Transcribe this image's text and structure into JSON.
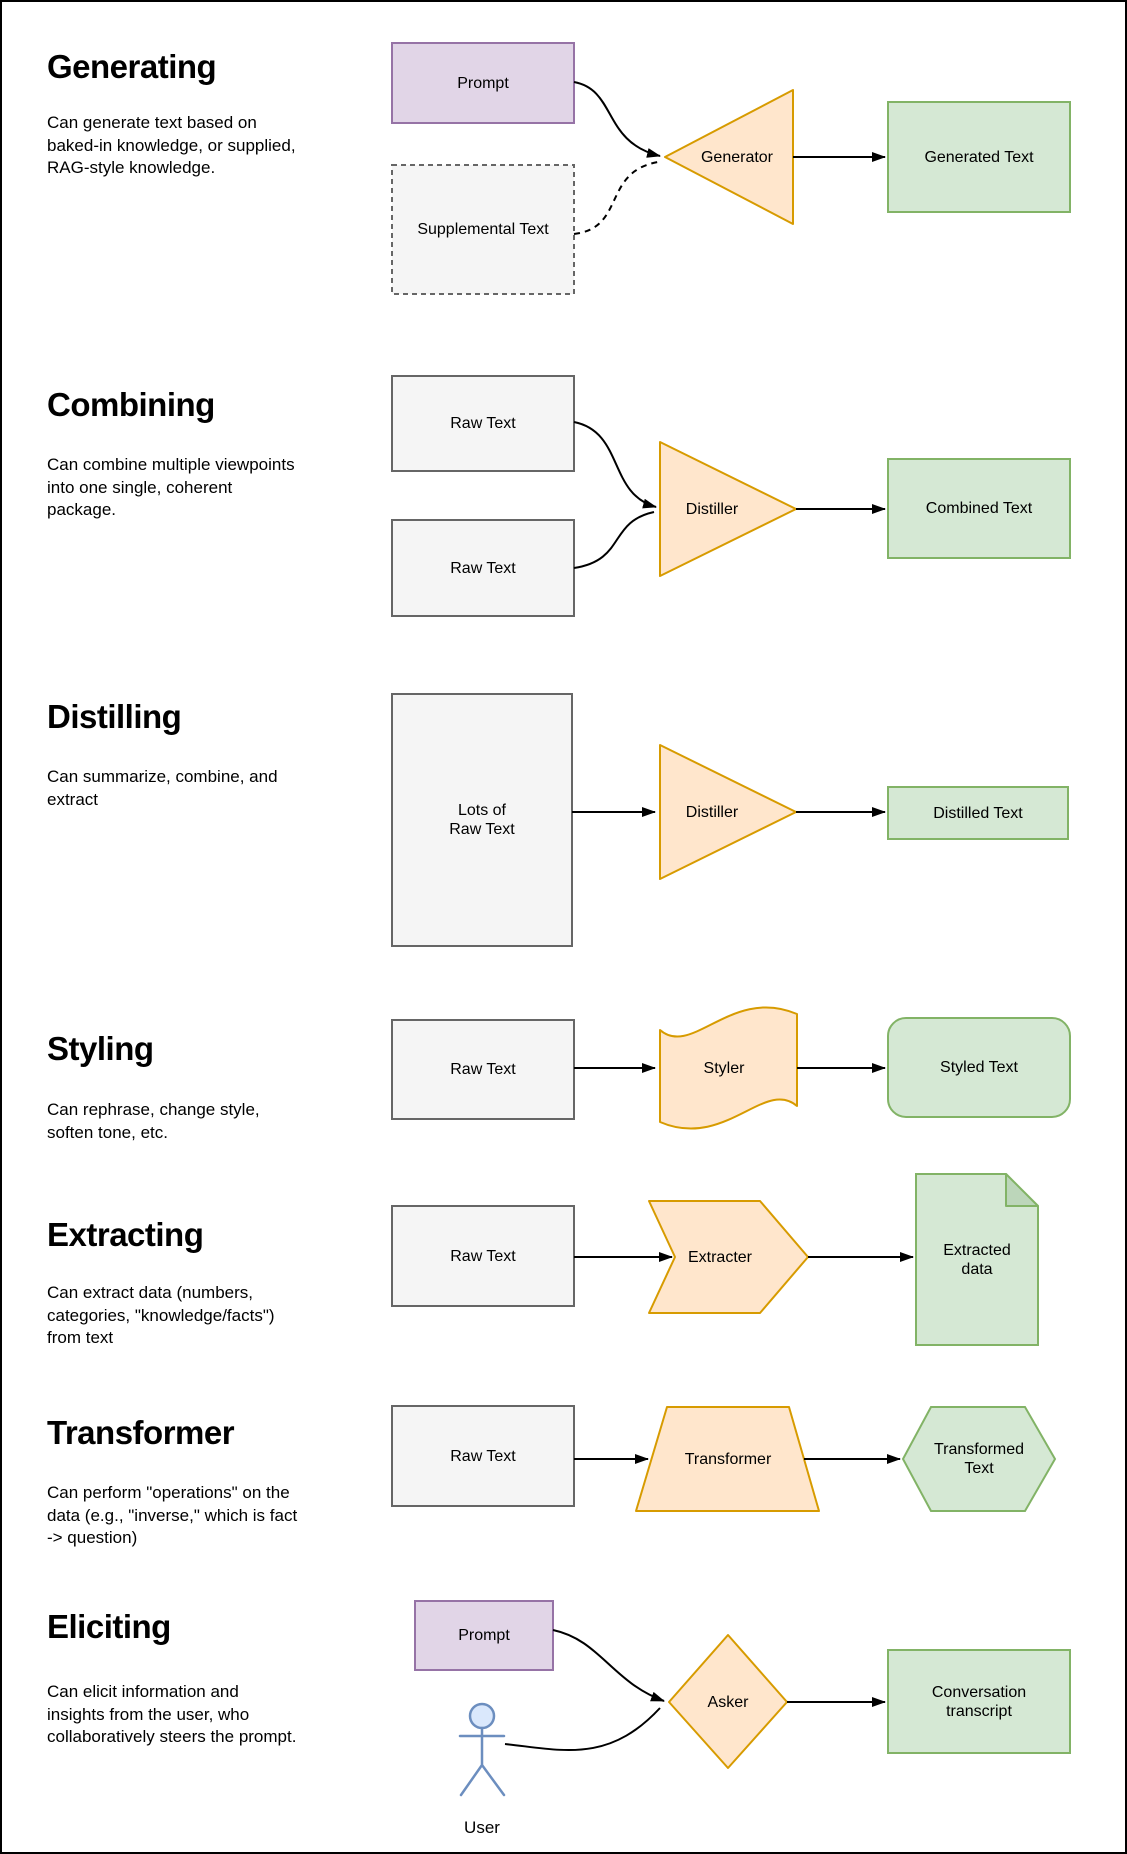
{
  "palette": {
    "purple_fill": "#E1D5E7",
    "purple_stroke": "#9673A6",
    "orange_fill": "#FFE6CC",
    "orange_stroke": "#D79B00",
    "green_fill": "#D5E8D4",
    "green_stroke": "#82B366",
    "gray_fill": "#F5F5F5",
    "gray_stroke": "#666666",
    "actor_fill": "#DAE8FC",
    "actor_stroke": "#6C8EBF",
    "edge_color": "#000000"
  },
  "sections": [
    {
      "title": "Generating",
      "description": "Can generate text based on\nbaked-in knowledge, or supplied,\nRAG-style knowledge.",
      "nodes": {
        "prompt": "Prompt",
        "supplemental": "Supplemental Text",
        "processor": "Generator",
        "output": "Generated Text"
      }
    },
    {
      "title": "Combining",
      "description": "Can combine multiple viewpoints\ninto one single, coherent\npackage.",
      "nodes": {
        "raw1": "Raw Text",
        "raw2": "Raw Text",
        "processor": "Distiller",
        "output": "Combined Text"
      }
    },
    {
      "title": "Distilling",
      "description": "Can summarize, combine, and\nextract",
      "nodes": {
        "input": "Lots of\nRaw Text",
        "processor": "Distiller",
        "output": "Distilled Text"
      }
    },
    {
      "title": "Styling",
      "description": "Can rephrase, change style,\nsoften tone, etc.",
      "nodes": {
        "input": "Raw Text",
        "processor": "Styler",
        "output": "Styled Text"
      }
    },
    {
      "title": "Extracting",
      "description": "Can extract data (numbers,\ncategories, \"knowledge/facts\")\nfrom text",
      "nodes": {
        "input": "Raw Text",
        "processor": "Extracter",
        "output": "Extracted\ndata"
      }
    },
    {
      "title": "Transformer",
      "description": "Can perform \"operations\" on the\ndata (e.g., \"inverse,\" which is fact\n-> question)",
      "nodes": {
        "input": "Raw Text",
        "processor": "Transformer",
        "output": "Transformed\nText"
      }
    },
    {
      "title": "Eliciting",
      "description": "Can elicit information and\ninsights from the user, who\ncollaboratively steers the prompt.",
      "nodes": {
        "prompt": "Prompt",
        "user": "User",
        "processor": "Asker",
        "output": "Conversation\ntranscript"
      }
    }
  ]
}
